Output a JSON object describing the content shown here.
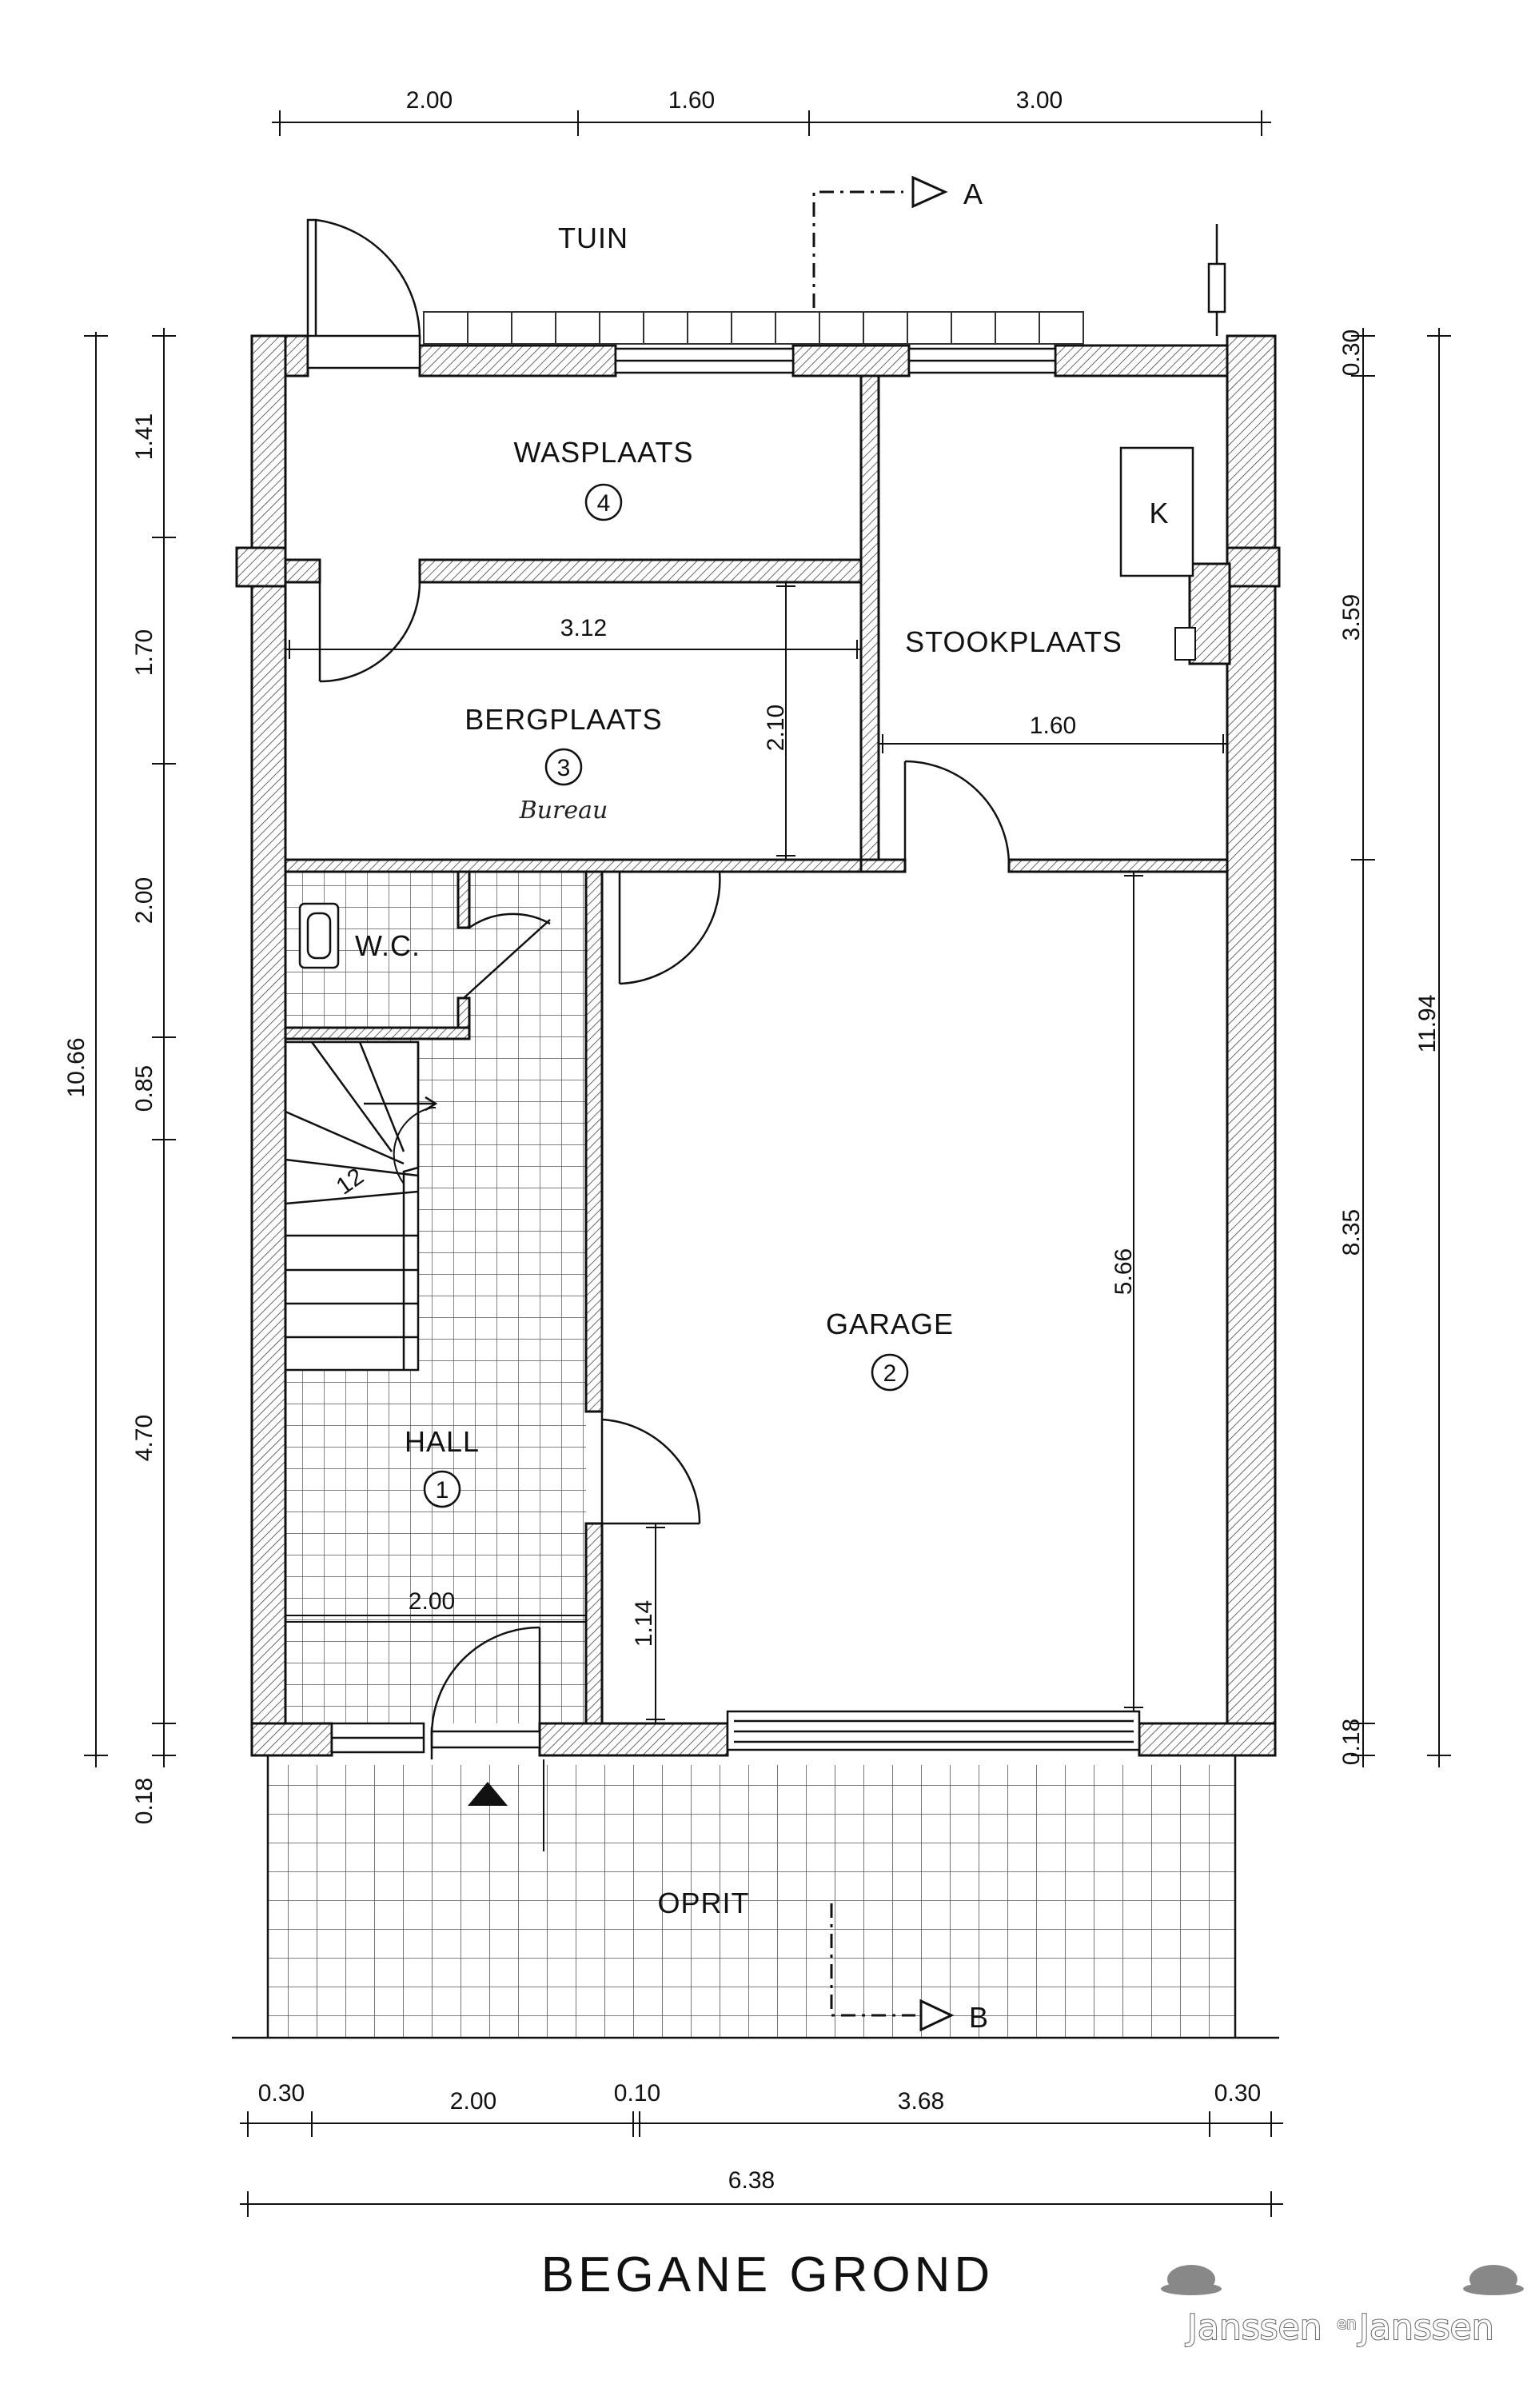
{
  "drawing_title": "BEGANE GROND",
  "rooms": {
    "tuin": "TUIN",
    "wasplaats": "WASPLAATS",
    "wasplaats_no": "4",
    "stookplaats": "STOOKPLAATS",
    "boiler": "K",
    "bergplaats": "BERGPLAATS",
    "bergplaats_no": "3",
    "bergplaats_note": "Bureau",
    "wc": "W.C.",
    "garage": "GARAGE",
    "garage_no": "2",
    "hall": "HALL",
    "hall_no": "1",
    "oprit": "OPRIT"
  },
  "section_markers": {
    "a": "A",
    "b": "B"
  },
  "stair_mark": "12",
  "dimensions": {
    "top": [
      "2.00",
      "1.60",
      "3.00"
    ],
    "left_outer": "10.66",
    "left_inner": [
      "1.41",
      "1.70",
      "2.00",
      "0.85",
      "4.70"
    ],
    "left_bottom": "0.18",
    "right_outer": "11.94",
    "right_inner": [
      "0.30",
      "3.59",
      "8.35",
      "0.18"
    ],
    "interior": {
      "bergplaats_width": "3.12",
      "bergplaats_depth": "2.10",
      "stook_width": "1.60",
      "garage_depth": "5.66",
      "hall_width": "2.00",
      "garage_pier": "1.14"
    },
    "bottom": [
      "0.30",
      "2.00",
      "0.10",
      "3.68",
      "0.30"
    ],
    "bottom_total": "6.38"
  },
  "logo": {
    "left": "Janssen",
    "middle": "en",
    "right": "Janssen"
  }
}
